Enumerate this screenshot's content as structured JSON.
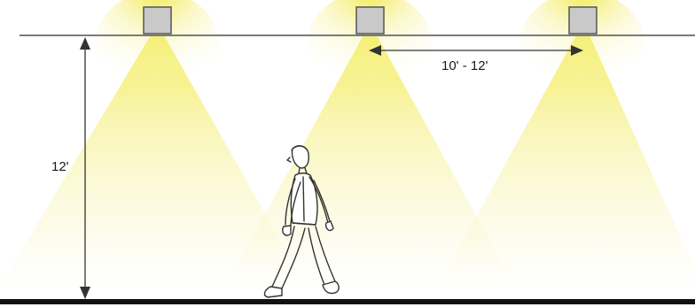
{
  "diagram": {
    "ceiling_height_label": "12'",
    "fixture_spacing_label": "10' - 12'",
    "fixture_count": 3,
    "colors": {
      "light_beam": "#f6f07a",
      "fixture_fill": "#c9c9c9",
      "fixture_stroke": "#555555",
      "ceiling_line": "#7a7a7a",
      "floor_line": "#111111",
      "dimension_line": "#333333"
    },
    "icons": [
      "light-fixture-icon",
      "walking-person-icon",
      "arrow-icon"
    ]
  }
}
